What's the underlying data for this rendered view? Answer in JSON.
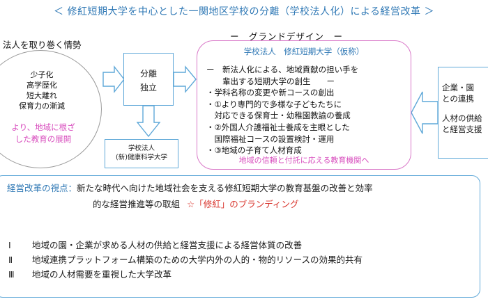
{
  "title": "＜ 修紅短期大学を中心とした一関地区学校の分離（学校法人化）による経営改革 ＞",
  "environment": {
    "label": "法人を取り巻く情勢",
    "factors": [
      "少子化",
      "高学歴化",
      "短大離れ",
      "保育力の漸減"
    ],
    "aim_line1": "より、地域に根ざ",
    "aim_line2": "した教育の展開"
  },
  "split": {
    "line1": "分離",
    "line2": "独立"
  },
  "new_university": {
    "line1": "学校法人",
    "line2": "(新)健康科学大学"
  },
  "grand_design": {
    "label": "ー　グランドデザイン　ー",
    "corporation": "学校法人　修紅短期大学（仮称）",
    "bullets": [
      "ー　新法人化による、地域貢献の担い手を",
      "　　輩出する短期大学の創生　　ー",
      "・学科名称の変更や新コースの創出",
      "・①より専門的で多様な子どもたちに",
      "　対応できる保育士・幼稚園教諭の養成",
      "・②外国人介護福祉士養成を主眼とした",
      "　国際福祉コースの設置検討・運用",
      "・③地域の子育て人材育成"
    ],
    "footer": "地域の信頼と付託に応える教育機関へ"
  },
  "right_panel": {
    "lines": [
      "企業・園",
      "との連携",
      "",
      "人材の供給",
      "と経営支援"
    ]
  },
  "reform": {
    "heading": "経営改革の視点：",
    "text_line1": "新たな時代へ向けた地域社会を支える修紅短期大学の教育基盤の改善と効率",
    "text_line2": "的な経営推進等の取組",
    "branding": "☆「修紅」のブランディング",
    "items": [
      {
        "num": "Ⅰ",
        "text": "地域の園・企業が求める人材の供給と経営支援による経営体質の改善"
      },
      {
        "num": "Ⅱ",
        "text": "地域連携プラットフォーム構築のための大学内外の人的・物的リソースの効果的共有"
      },
      {
        "num": "Ⅲ",
        "text": "地域の人材需要を重視した大学改革"
      }
    ]
  },
  "colors": {
    "blue": "#2f78b5",
    "border_blue": "#5fa8d8",
    "pink": "#d84fbe",
    "red": "#d8332b"
  }
}
